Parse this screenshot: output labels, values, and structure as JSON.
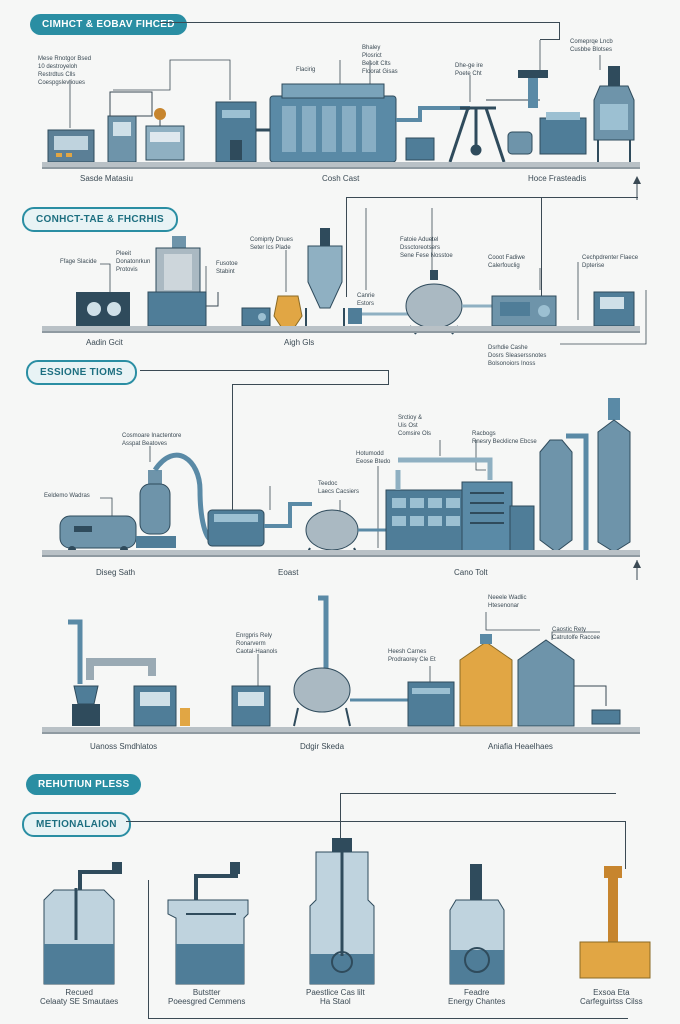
{
  "sections": {
    "s1": {
      "title": "CIMHCT & EOBAV FIHCED",
      "labels": [
        "Sasde Matasiu",
        "Cosh Cast",
        "Hoce Frasteadis"
      ],
      "notes": [
        "Mese Rnotgor Bsed\n10 destroyeloh\nRestrdtus Clls\nCoespgslevlioues",
        "Bhaley\nPlosrict\nBesolt Clts\nFloorat Gisas",
        "Flacirig",
        "Dhe-ge ire\nPoete Cht",
        "Comeprqe Lncb\nCusbbe Blotses"
      ]
    },
    "s2": {
      "title": "CONHCT-TAE & FHCRHIS",
      "labels": [
        "Aadin Gcit",
        "Aigh Gls"
      ],
      "notes": [
        "Ffage Slacide",
        "Pleeit\nDonatonrkun\nProtovis",
        "Fusotoe\nStabint",
        "Comiprty Dnues\nSeter Ics Plade",
        "Fatoie Aduetel\nDssctoreotsers\nSene Fese Nosstoe",
        "Canrie\nEstors",
        "Cooot Fadiwe\nCalerfouclig",
        "Cechpdrenter Flaece\nDpterise",
        "Dsrhdie Cashe\nDosrs Sleaserssnotes\nBolsonoiors Inoss"
      ]
    },
    "s3": {
      "title": "ESSIONE TIOMS",
      "labels": [
        "Diseg Sath",
        "Eoast",
        "Cano Tolt"
      ],
      "notes": [
        "Cosmoare Inactentore\nAsspat Beatoves",
        "Eeldemo Wadras",
        "Hotumodd\nEeose Btedo",
        "Teedoc\nLaecs Cacsiers",
        "Srctioy &\nUis Ost\nComsire Ols",
        "Racbogs\nRnesry Becklicne Ebcse"
      ]
    },
    "s4": {
      "labels": [
        "Uanoss Smdhlatos",
        "Ddgir Skeda",
        "Aniafia Heaelhaes"
      ],
      "notes": [
        "Enrgpris Rely\nRonarverm\nCaotal-Haanols",
        "Heesh Carnes\nProdraorey Cle Et",
        "Neeele Wadlic\nHtesenonar",
        "Caostic Rety\nCatrutolfe Raccee"
      ]
    },
    "s5": {
      "title": "REHUTIUN PLESS"
    },
    "s6": {
      "title": "METIONALAION",
      "labels": [
        "Recued\nCelaaty SE Smautaes",
        "Butstter\nPoeesgred Cemmens",
        "Paestlice Cas lilt\nHa Staol",
        "Feadre\nEnergy Chantes",
        "Exsoa Eta\nCarfeguirtss Cilss"
      ]
    }
  }
}
